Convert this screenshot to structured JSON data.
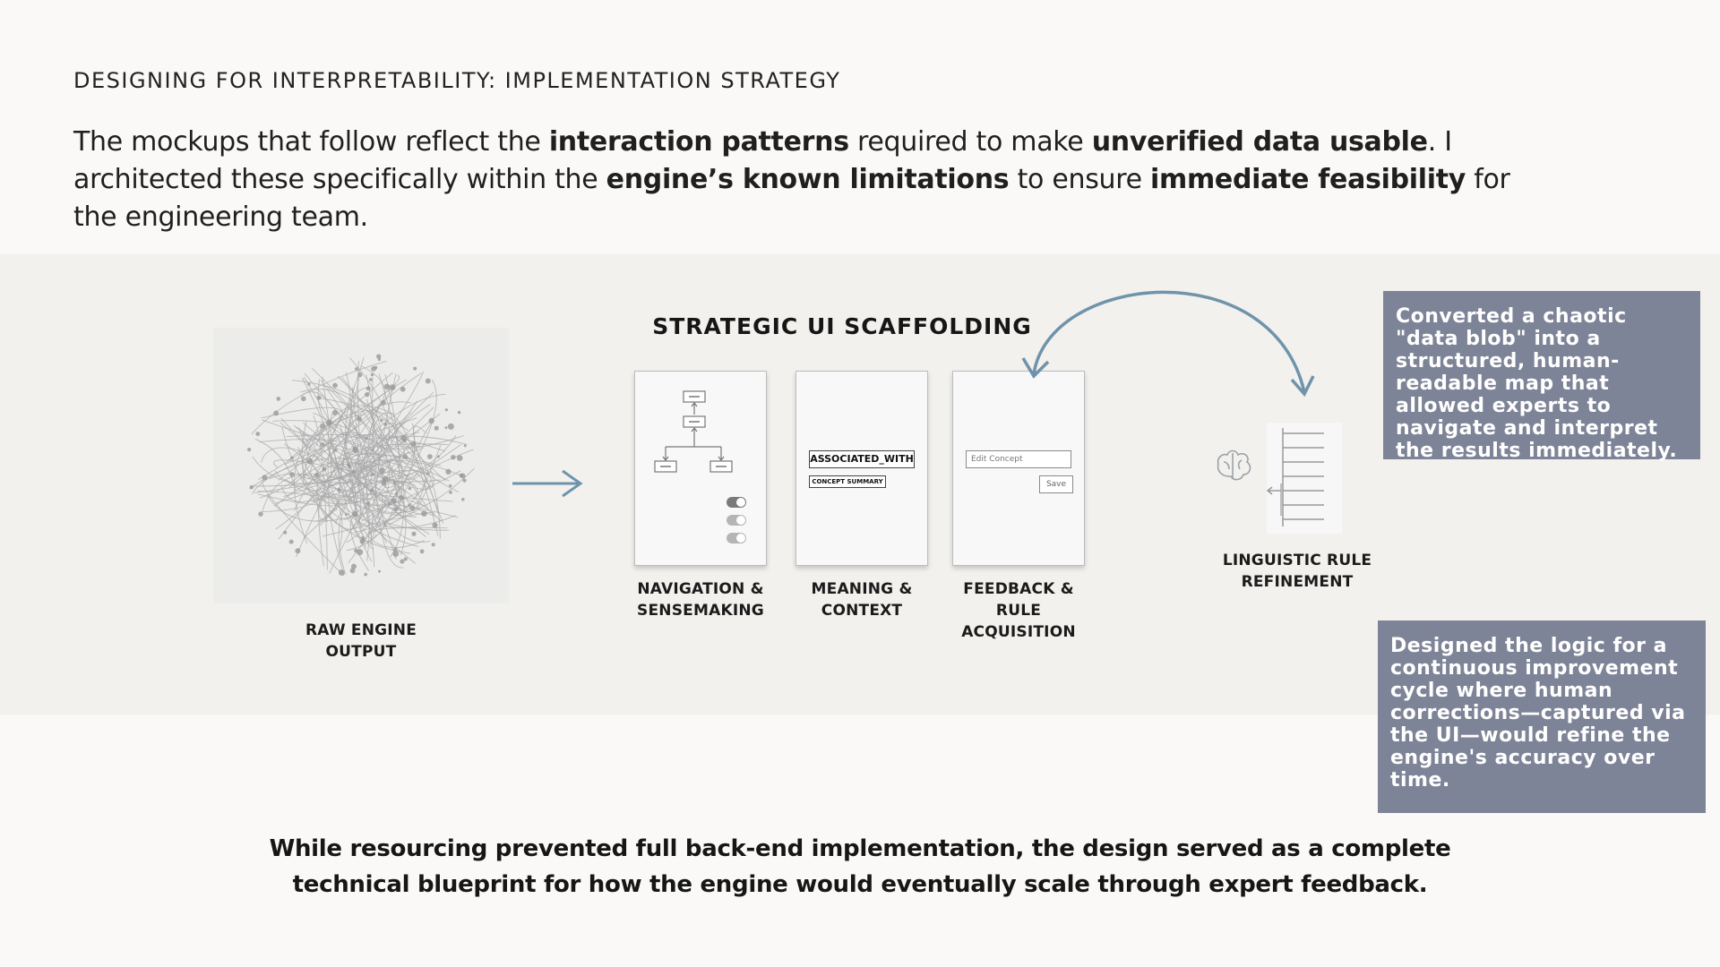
{
  "eyebrow": "DESIGNING FOR INTERPRETABILITY: IMPLEMENTATION STRATEGY",
  "intro": {
    "p1": "The mockups that follow reflect the ",
    "b1": "interaction patterns",
    "p2": " required to make ",
    "b2": "unverified data usable",
    "p3": ". I architected these specifically within the ",
    "b3": "engine’s known limitations",
    "p4": " to ensure ",
    "b4": "immediate feasibility",
    "p5": " for the engineering team."
  },
  "diagram": {
    "raw_label_line1": "RAW ENGINE",
    "raw_label_line2": "OUTPUT",
    "scaffold_title": "STRATEGIC UI SCAFFOLDING",
    "cards": [
      {
        "label_line1": "NAVIGATION &",
        "label_line2": "SENSEMAKING"
      },
      {
        "label_line1": "MEANING &",
        "label_line2": "CONTEXT",
        "tag_main": "ASSOCIATED_WITH",
        "tag_sub": "CONCEPT SUMMARY"
      },
      {
        "label_line1": "FEEDBACK &",
        "label_line2": "RULE",
        "label_line3": "ACQUISITION",
        "field_placeholder": "Edit Concept",
        "button_label": "Save"
      }
    ],
    "rule_label_line1": "LINGUISTIC RULE",
    "rule_label_line2": "REFINEMENT",
    "colors": {
      "arrow": "#6f93aa",
      "callout_bg": "#7e8497",
      "band_bg": "#f2f1ee"
    }
  },
  "callouts": [
    "Converted a chaotic \"data blob\" into a structured, human-readable map that allowed experts to navigate and interpret the results immediately.",
    "Designed the logic for a continuous improvement cycle where human corrections—captured via the UI—would refine the engine's accuracy over time."
  ],
  "footer": {
    "line1": "While resourcing prevented full back-end implementation, the design served as a complete",
    "line2": "technical blueprint for how the engine would eventually scale through expert feedback."
  }
}
